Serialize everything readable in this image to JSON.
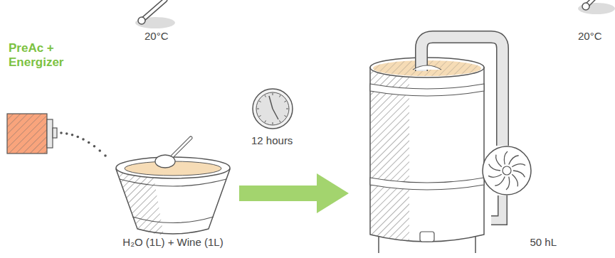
{
  "diagram": {
    "nodes": [
      {
        "text": [
          "H₂O (1L) + Wine (1L)"
        ]
      },
      {
        "text": [
          "50 hL"
        ]
      }
    ],
    "edges": [
      {
        "from": 0,
        "to": 1,
        "arrow": "to"
      }
    ],
    "labels": [
      "PreAc + Energizer",
      "20°C",
      "12 hours",
      "20°C"
    ]
  }
}
